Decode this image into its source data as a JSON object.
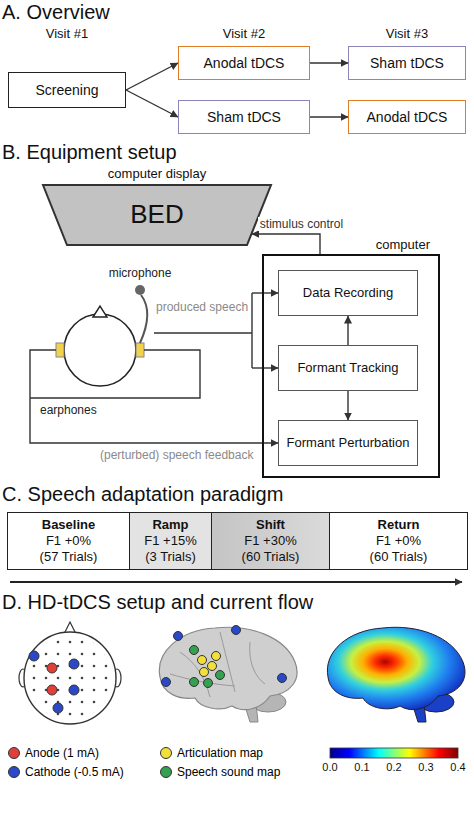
{
  "diagram": {
    "nodes": [
      {
        "text": [
          "Screening"
        ]
      },
      {
        "text": [
          "Anodal tDCS"
        ]
      },
      {
        "text": [
          "Sham tDCS"
        ]
      },
      {
        "text": [
          "Sham tDCS"
        ]
      },
      {
        "text": [
          "Anodal tDCS"
        ]
      },
      {
        "text": [
          "computer display",
          "BED"
        ]
      },
      {
        "text": [
          "computer"
        ]
      },
      {
        "text": [
          "Data Recording"
        ],
        "in": 6
      },
      {
        "text": [
          "Formant Tracking"
        ],
        "in": 6
      },
      {
        "text": [
          "Formant Perturbation"
        ],
        "in": 6
      },
      {
        "text": [
          "Baseline",
          "F1 +0%",
          "(57 Trials)"
        ]
      },
      {
        "text": [
          "Ramp",
          "F1 +15%",
          "(3 Trials)"
        ]
      },
      {
        "text": [
          "Shift",
          "F1 +30%",
          "(60 Trials)"
        ]
      },
      {
        "text": [
          "Return",
          "F1 +0%",
          "(60 Trials)"
        ]
      }
    ],
    "edges": [
      {
        "from": 0,
        "to": 1,
        "arrow": "to"
      },
      {
        "from": 0,
        "to": 3,
        "arrow": "to"
      },
      {
        "from": 1,
        "to": 2,
        "arrow": "to"
      },
      {
        "from": 3,
        "to": 4,
        "arrow": "to"
      },
      {
        "from": 6,
        "to": 5,
        "label": "stimulus control",
        "arrow": "to"
      },
      {
        "from": 8,
        "to": 7,
        "arrow": "to"
      },
      {
        "from": 8,
        "to": 9,
        "arrow": "to"
      }
    ],
    "labels": [
      "A. Overview",
      "Visit #1",
      "Visit #2",
      "Visit #3",
      "B. Equipment setup",
      "microphone",
      "produced speech",
      "earphones",
      "(perturbed) speech feedback",
      "C. Speech adaptation paradigm",
      "D. HD-tDCS setup and current flow",
      "0.0",
      "0.1",
      "0.2",
      "0.3",
      "0.4"
    ],
    "legend": [
      {
        "text": "Anode (1 mA)",
        "color": "#e0403a"
      },
      {
        "text": "Cathode (-0.5 mA)",
        "color": "#2a48c8"
      },
      {
        "text": "Articulation map",
        "color": "#f2e03a"
      },
      {
        "text": "Speech sound map",
        "color": "#34a050"
      }
    ]
  }
}
